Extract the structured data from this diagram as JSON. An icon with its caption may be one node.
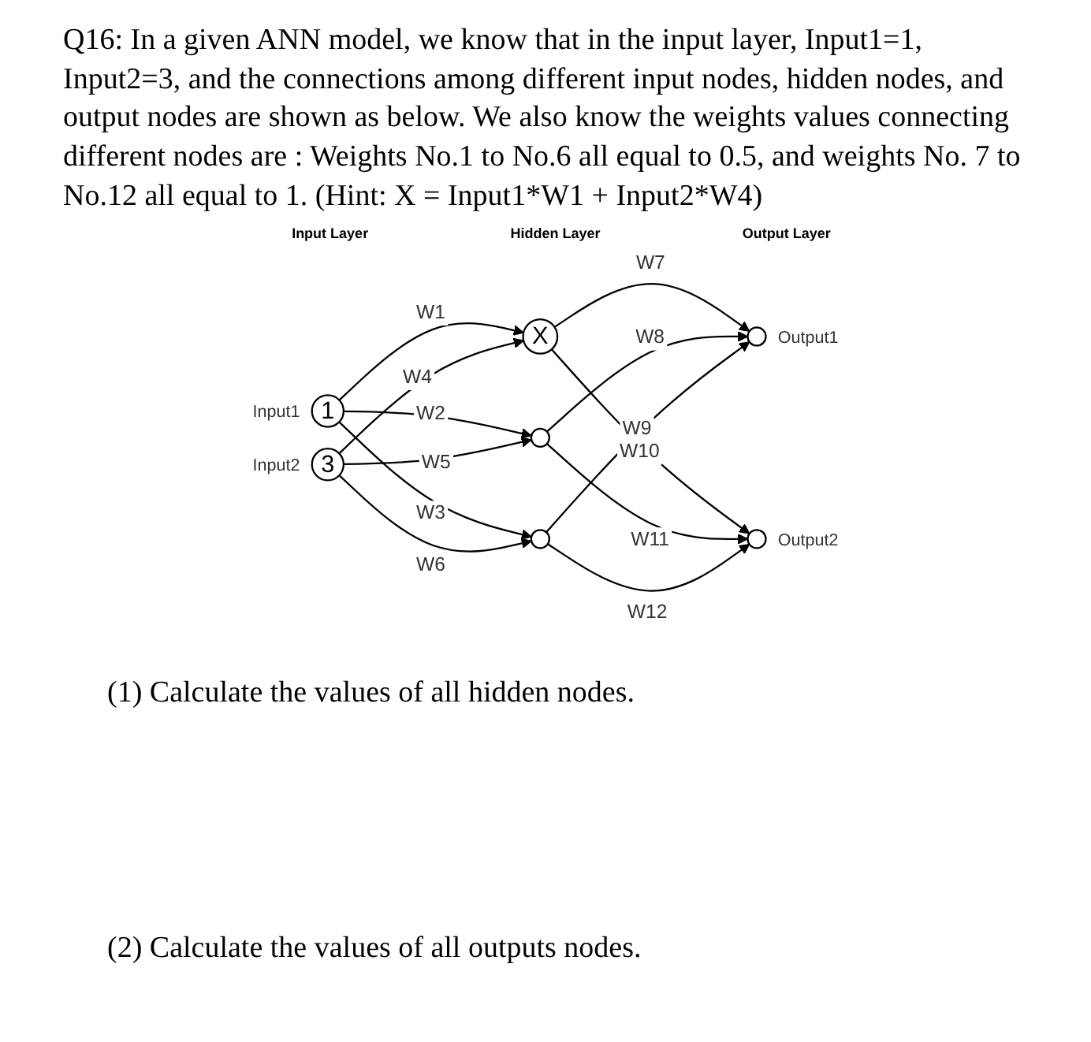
{
  "diagram": {
    "title": "Q16: In a given ANN model, we know that in the input layer, Input1=1, Input2=3, and the connections among different input nodes, hidden nodes, and output nodes are shown as below. We also know the weights values connecting different nodes are : Weights No.1 to No.6 all equal to 0.5, and weights No. 7 to No.12 all equal to 1. (Hint: X = Input1*W1 + Input2*W4)",
    "nodes": [
      {
        "text": [
          "1"
        ],
        "beside": [
          "Input1"
        ]
      },
      {
        "text": [
          "3"
        ],
        "beside": [
          "Input2"
        ]
      },
      {
        "text": [
          "X"
        ]
      },
      {
        "text": [],
        "shape": "circle"
      },
      {
        "text": [],
        "shape": "circle"
      },
      {
        "text": [],
        "shape": "circle",
        "beside": [
          "Output1"
        ]
      },
      {
        "text": [],
        "shape": "circle",
        "beside": [
          "Output2"
        ]
      }
    ],
    "edges": [
      {
        "from": 0,
        "to": 2,
        "arrow": "to",
        "label": "W1"
      },
      {
        "from": 0,
        "to": 3,
        "arrow": "to",
        "label": "W2"
      },
      {
        "from": 0,
        "to": 4,
        "arrow": "to",
        "label": "W3"
      },
      {
        "from": 1,
        "to": 2,
        "arrow": "to",
        "label": "W4"
      },
      {
        "from": 1,
        "to": 3,
        "arrow": "to",
        "label": "W5"
      },
      {
        "from": 1,
        "to": 4,
        "arrow": "to",
        "label": "W6"
      },
      {
        "from": 2,
        "to": 5,
        "arrow": "to",
        "label": "W7"
      },
      {
        "from": 3,
        "to": 5,
        "arrow": "to",
        "label": "W8"
      },
      {
        "from": 4,
        "to": 5,
        "arrow": "to",
        "label": "W9"
      },
      {
        "from": 2,
        "to": 6,
        "arrow": "to",
        "label": "W10"
      },
      {
        "from": 3,
        "to": 6,
        "arrow": "to",
        "label": "W11"
      },
      {
        "from": 4,
        "to": 6,
        "arrow": "to",
        "label": "W12"
      }
    ],
    "labels": [
      "Input Layer",
      "Hidden Layer",
      "Output Layer",
      "(1) Calculate the values of all hidden nodes.",
      "(2) Calculate the values of all outputs nodes."
    ]
  }
}
